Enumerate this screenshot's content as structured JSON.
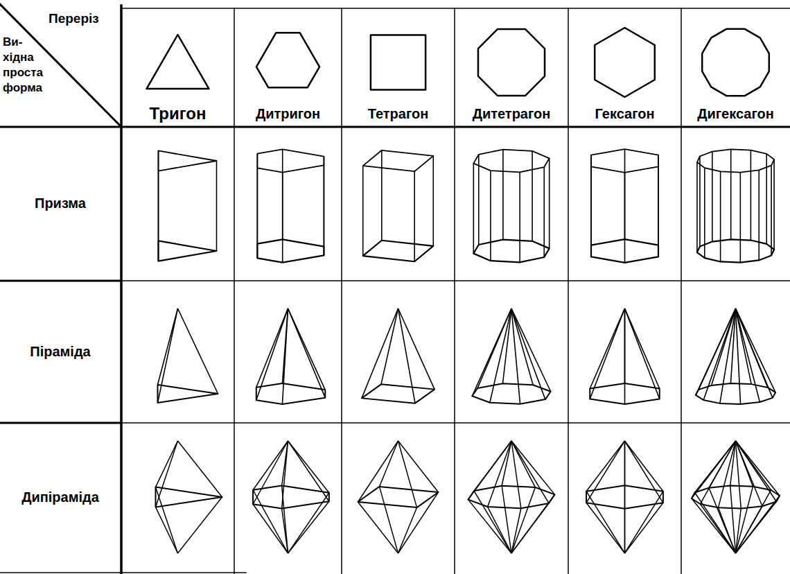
{
  "diagram": {
    "labels": [
      "Переріз",
      "Ви- хідна проста форма",
      "Тригон",
      "Дитригон",
      "Тетрагон",
      "Дитетрагон",
      "Гексагон",
      "Дигексагон",
      "Призма",
      "Піраміда",
      "Дипіраміда"
    ]
  }
}
